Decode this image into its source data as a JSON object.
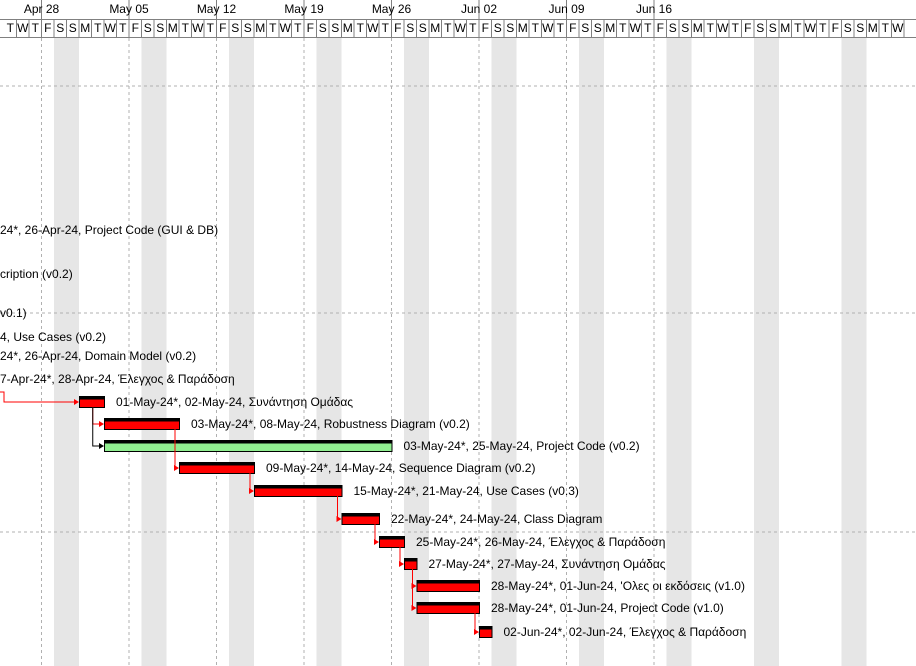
{
  "header": {
    "weeks": [
      "Apr 28",
      "May 05",
      "May 12",
      "May 19",
      "May 26",
      "Jun 02",
      "Jun 09",
      "Jun 16"
    ],
    "day_letters": [
      "T",
      "W",
      "T",
      "F",
      "S",
      "S",
      "M",
      "T",
      "W",
      "T",
      "F",
      "S",
      "S",
      "M",
      "T",
      "W",
      "T",
      "F",
      "S",
      "S",
      "M",
      "T",
      "W",
      "T",
      "F",
      "S",
      "S",
      "M",
      "T",
      "W",
      "T",
      "F",
      "S",
      "S",
      "M",
      "T",
      "W",
      "T",
      "F",
      "S",
      "S",
      "M",
      "T",
      "W",
      "T",
      "F",
      "S",
      "S",
      "M",
      "T",
      "W",
      "T",
      "F",
      "S",
      "S",
      "M",
      "T",
      "W",
      "T",
      "F",
      "S",
      "S",
      "M",
      "T",
      "W",
      "T",
      "F",
      "S",
      "S",
      "M",
      "T",
      "W"
    ]
  },
  "colors": {
    "task_bar": "#ff0000",
    "summary_bar": "#90ee90",
    "link_line": "#ff0000",
    "weekend_shade": "#e6e6e6",
    "grid_line": "#b0b0b0"
  },
  "tasks": [
    {
      "label": "24*, 26-Apr-24, Project Code (GUI & DB)"
    },
    {
      "label": "cription (v0.2)"
    },
    {
      "label": "v0.1)"
    },
    {
      "label": "4, Use Cases (v0.2)"
    },
    {
      "label": "24*, 26-Apr-24, Domain Model (v0.2)"
    },
    {
      "label": "7-Apr-24*, 28-Apr-24, Έλεγχος & Παράδοση"
    },
    {
      "label": "01-May-24*, 02-May-24, Συνάντηση Ομάδας",
      "start": "2024-05-01",
      "end": "2024-05-02"
    },
    {
      "label": "03-May-24*, 08-May-24, Robustness Diagram (v0.2)",
      "start": "2024-05-03",
      "end": "2024-05-08"
    },
    {
      "label": "03-May-24*, 25-May-24, Project Code (v0.2)",
      "start": "2024-05-03",
      "end": "2024-05-25",
      "kind": "summary"
    },
    {
      "label": "09-May-24*, 14-May-24, Sequence Diagram (v0.2)",
      "start": "2024-05-09",
      "end": "2024-05-14"
    },
    {
      "label": "15-May-24*, 21-May-24, Use Cases (v0.3)",
      "start": "2024-05-15",
      "end": "2024-05-21"
    },
    {
      "label": "22-May-24*, 24-May-24, Class Diagram",
      "start": "2024-05-22",
      "end": "2024-05-24"
    },
    {
      "label": "25-May-24*, 26-May-24, Έλεγχος & Παράδοση",
      "start": "2024-05-25",
      "end": "2024-05-26"
    },
    {
      "label": "27-May-24*, 27-May-24, Συνάντηση Ομάδας",
      "start": "2024-05-27",
      "end": "2024-05-27"
    },
    {
      "label": "28-May-24*, 01-Jun-24, 'Ολες οι εκδόσεις (v1.0)",
      "start": "2024-05-28",
      "end": "2024-06-01"
    },
    {
      "label": "28-May-24*, 01-Jun-24, Project Code (v1.0)",
      "start": "2024-05-28",
      "end": "2024-06-01"
    },
    {
      "label": "02-Jun-24*, 02-Jun-24, Έλεγχος & Παράδοση",
      "start": "2024-06-02",
      "end": "2024-06-02"
    }
  ]
}
